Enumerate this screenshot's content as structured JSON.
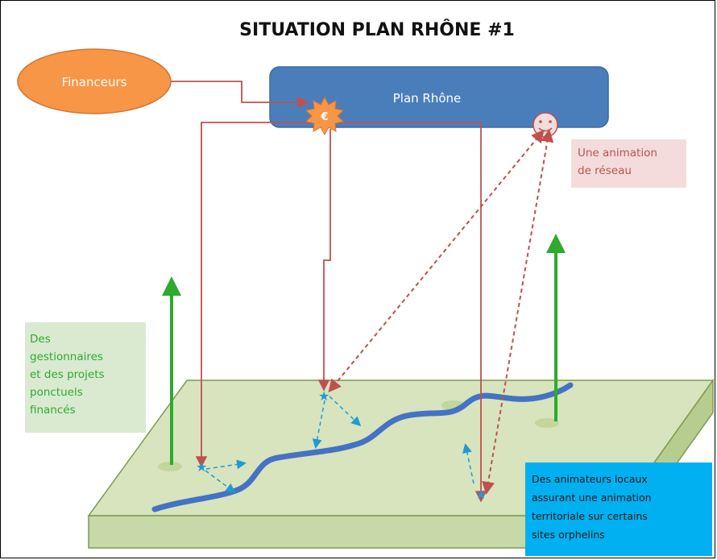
{
  "title": "SITUATION PLAN RHÔNE #1",
  "nodes": {
    "financeurs": "Financeurs",
    "plan_rhone": "Plan Rhône",
    "euro_symbol": "€"
  },
  "labels": {
    "reseau": "Une animation\nde réseau",
    "gestionnaires": "Des\ngestionnaires\net des projets\nponctuels\nfinancés",
    "animateurs": "Des animateurs locaux\nassurant une animation\nterritoriale sur certains\nsites orphelins"
  },
  "colors": {
    "financeurs_fill": "#f79646",
    "plan_fill": "#4a7ebb",
    "funding_line": "#c0504d",
    "animation_line": "#c0504d",
    "river": "#4472c4",
    "pole": "#2eaa2e",
    "ground_top": "#d7e4bd",
    "ground_side": "#c8d9a8",
    "star": "#1e9ad6",
    "label_green_bg": "#d9ead1",
    "label_blue_bg": "#00b0f0",
    "label_pink_bg": "#f3dcdb"
  },
  "icons": [
    "euro-burst-icon",
    "smiley-icon",
    "star-icon"
  ]
}
